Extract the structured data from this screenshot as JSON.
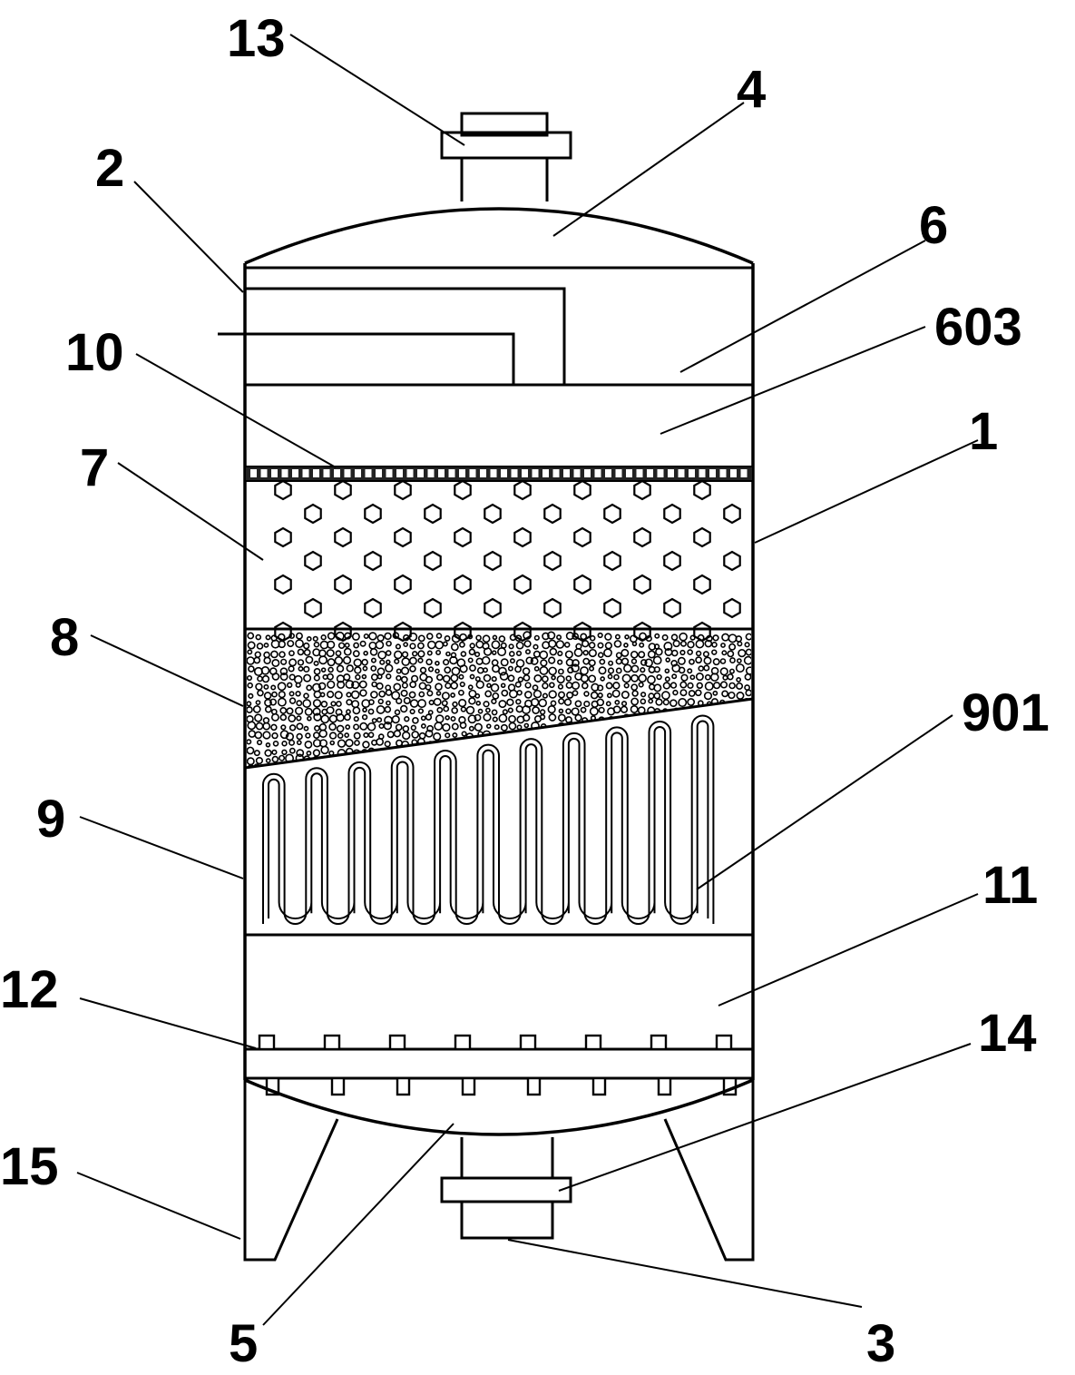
{
  "figure": {
    "labels": {
      "l1": "1",
      "l2": "2",
      "l3": "3",
      "l4": "4",
      "l5": "5",
      "l6": "6",
      "l7": "7",
      "l8": "8",
      "l9": "9",
      "l10": "10",
      "l11": "11",
      "l12": "12",
      "l13": "13",
      "l14": "14",
      "l15": "15",
      "l603": "603",
      "l901": "901"
    }
  }
}
